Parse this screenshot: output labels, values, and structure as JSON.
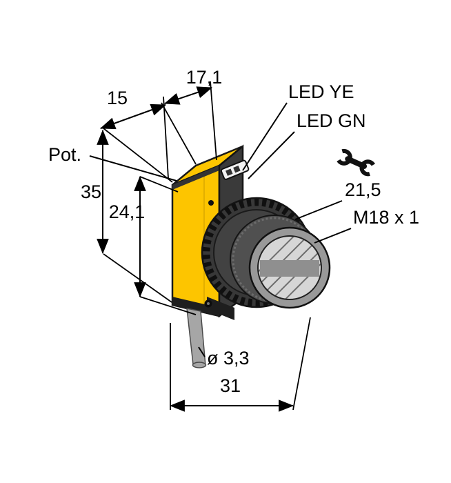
{
  "drawing": {
    "labels": {
      "dim_depth_top": "17,1",
      "dim_width_top": "15",
      "pot": "Pot.",
      "dim_height": "35",
      "dim_height_inner": "24,1",
      "led_yellow": "LED YE",
      "led_green": "LED GN",
      "dim_wrench_flats": "21,5",
      "thread_spec": "M18 x 1",
      "cable_diameter": "ø 3,3",
      "dim_total_depth": "31"
    },
    "colors": {
      "body_yellow": "#FDC500",
      "housing_dark": "#3A3A3A",
      "housing_mid": "#2A2A2A",
      "nut_dark": "#383838",
      "thread_gray": "#505050",
      "lens_ring": "#999999",
      "lens_metal": "#D6D6D6",
      "lens_band": "#8F8F8F",
      "cable_gray": "#A6A6A6",
      "line": "#000000",
      "background": "#FFFFFF"
    }
  }
}
